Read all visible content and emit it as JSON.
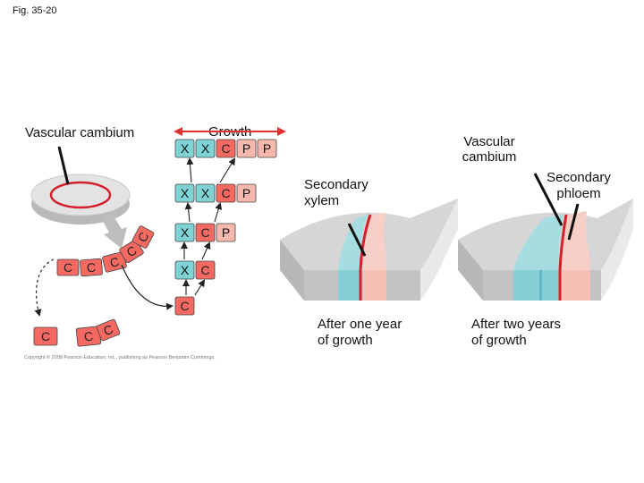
{
  "figure_label": "Fig. 35-20",
  "labels": {
    "vascular_cambium_left": "Vascular cambium",
    "growth": "Growth",
    "vascular_cambium_right_line1": "Vascular",
    "vascular_cambium_right_line2": "cambium",
    "secondary_xylem_line1": "Secondary",
    "secondary_xylem_line2": "xylem",
    "secondary_phloem_line1": "Secondary",
    "secondary_phloem_line2": "phloem",
    "after_one_line1": "After one year",
    "after_one_line2": "of growth",
    "after_two_line1": "After two years",
    "after_two_line2": "of growth"
  },
  "copyright": "Copyright © 2008 Pearson Education, Inc., publishing as Pearson Benjamin Cummings.",
  "cell_letters": {
    "xylem": "X",
    "cambium": "C",
    "phloem": "P"
  },
  "cell_rows": [
    [
      "X",
      "X",
      "C",
      "P",
      "P"
    ],
    [
      "X",
      "X",
      "C",
      "P"
    ],
    [
      "X",
      "C",
      "P"
    ],
    [
      "X",
      "C"
    ],
    [
      "C"
    ]
  ],
  "colors": {
    "xylem_cell": "#7fd3d4",
    "cambium_cell": "#f46a63",
    "phloem_cell": "#f6b7ad",
    "cambium_line": "#d5202b",
    "wood_face": "#cfcfcf",
    "wood_top": "#e6e6e6",
    "xylem_band": "#a5dde0",
    "phloem_band": "#f7c6bc"
  }
}
